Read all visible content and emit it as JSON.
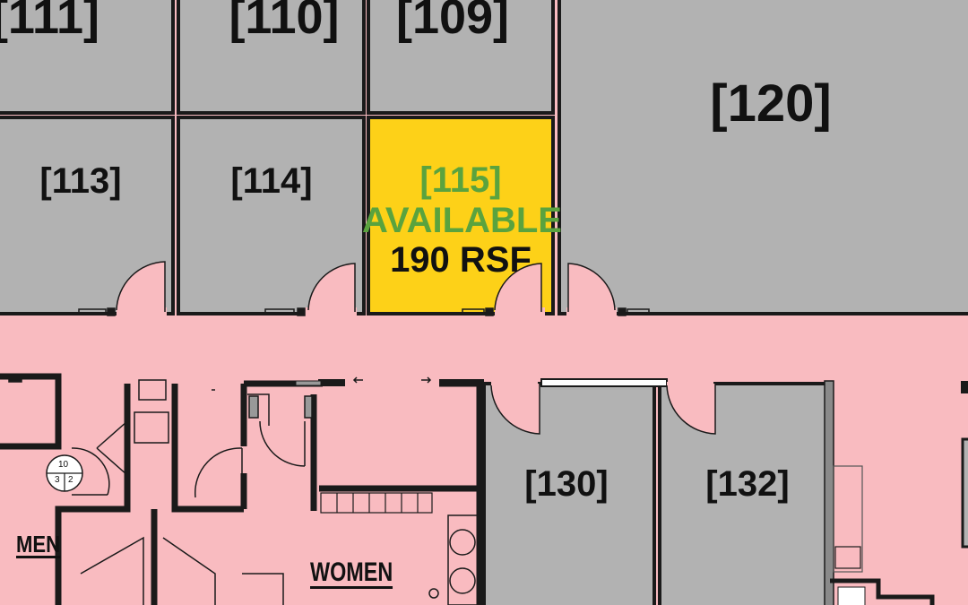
{
  "plan": {
    "colors": {
      "corridor": "#f9bbc0",
      "office": "#b2b2b2",
      "available": "#fdd118",
      "available_text": "#5aa33e",
      "wall": "#1a1a1a"
    },
    "suites": [
      {
        "id": "111",
        "label": "[111]"
      },
      {
        "id": "110",
        "label": "[110]"
      },
      {
        "id": "109",
        "label": "[109]"
      },
      {
        "id": "120",
        "label": "[120]"
      },
      {
        "id": "113",
        "label": "[113]"
      },
      {
        "id": "114",
        "label": "[114]"
      },
      {
        "id": "130",
        "label": "[130]"
      },
      {
        "id": "132",
        "label": "[132]"
      }
    ],
    "available_suite": {
      "label": "[115]",
      "status": "AVAILABLE",
      "area": "190 RSF"
    },
    "restrooms": {
      "men": "MEN",
      "women": "WOMEN"
    },
    "fixture_numbers": [
      "10",
      "3",
      "2"
    ]
  }
}
